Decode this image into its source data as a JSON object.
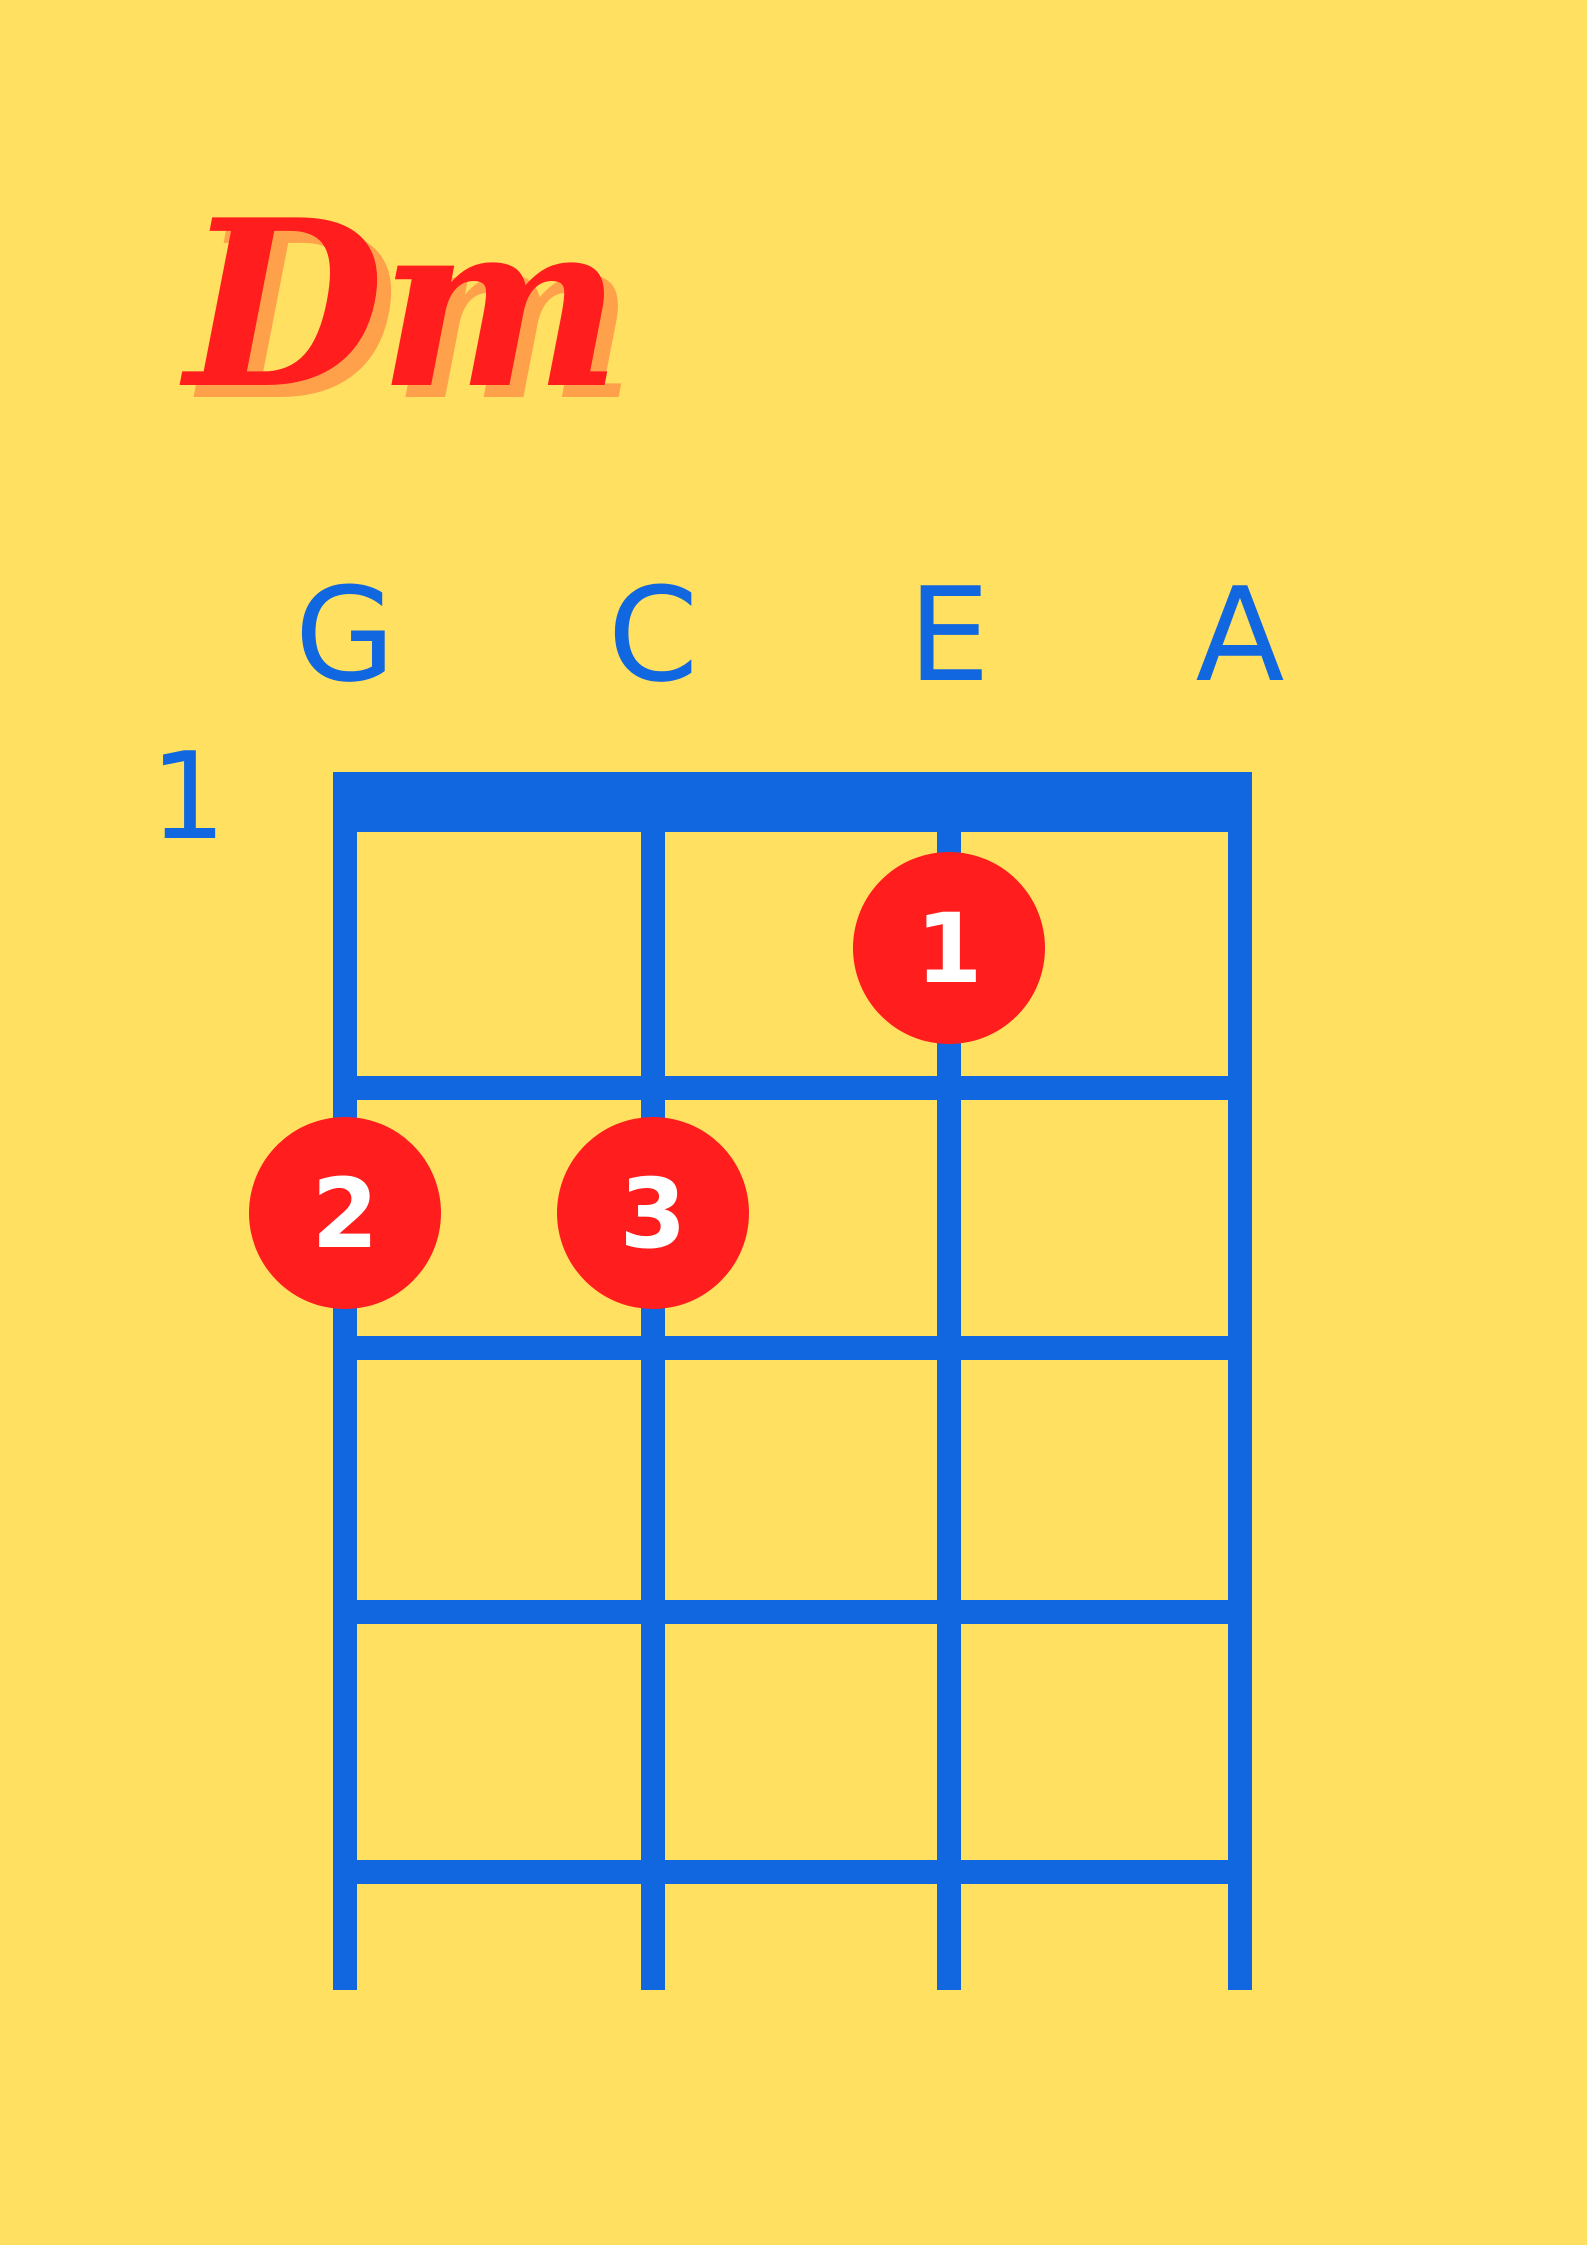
{
  "chord": {
    "name": "Dm"
  },
  "tuning": [
    "G",
    "C",
    "E",
    "A"
  ],
  "start_fret": "1",
  "fret_count": 5,
  "fingering": [
    {
      "string": "E",
      "fret": 1,
      "finger": "1"
    },
    {
      "string": "G",
      "fret": 2,
      "finger": "2"
    },
    {
      "string": "C",
      "fret": 2,
      "finger": "3"
    }
  ],
  "colors": {
    "background": "#FFE060",
    "grid": "#1167E0",
    "dot": "#FF1D1D",
    "dot_text": "#FFFFFF",
    "title": "#FF1D1D",
    "title_shadow": "#FFA14A"
  }
}
